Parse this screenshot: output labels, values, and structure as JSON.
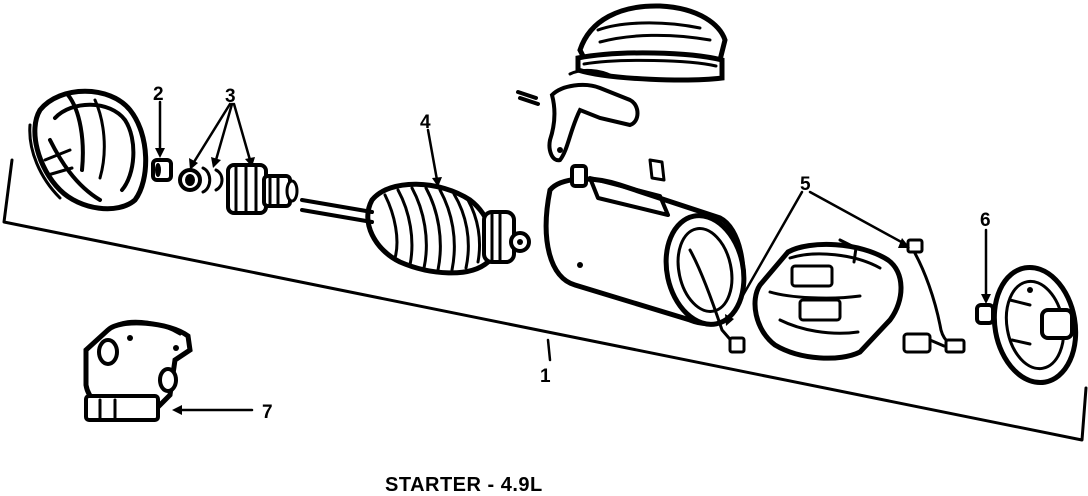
{
  "caption": "STARTER - 4.9L",
  "callouts": {
    "c1": "1",
    "c2": "2",
    "c3": "3",
    "c4": "4",
    "c5": "5",
    "c6": "6",
    "c7": "7"
  },
  "parts": [
    "drive-end-housing-icon",
    "bushing-icon",
    "drive-assembly-icon",
    "armature-icon",
    "field-frame-icon",
    "solenoid-cover-icon",
    "plunger-lever-icon",
    "brush-plate-icon",
    "brush-lead-icon",
    "end-plate-icon",
    "solenoid-icon"
  ]
}
